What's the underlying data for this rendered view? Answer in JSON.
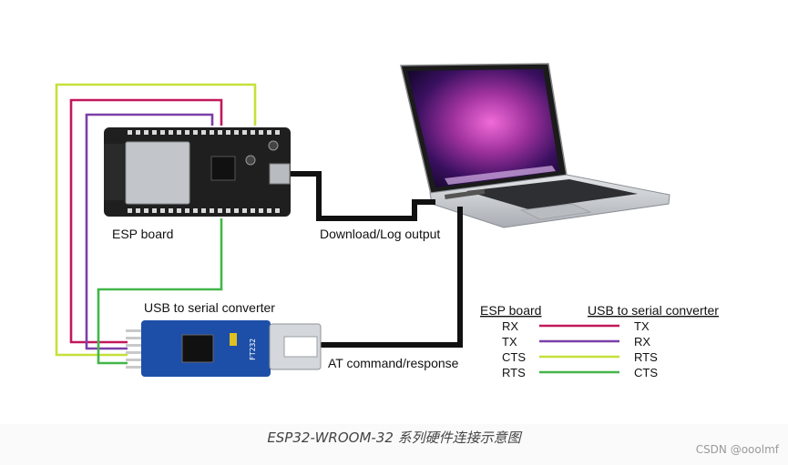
{
  "colors": {
    "rx_wire": "#c2185b",
    "tx_wire": "#7b3fa8",
    "cts_wire": "#c6e03a",
    "rts_wire": "#43b649",
    "usb_cable": "#111111",
    "esp_board": "#1f1f1f",
    "usb_converter": "#1d4fa8",
    "laptop_body": "#c9ccd0"
  },
  "labels": {
    "esp_board": "ESP board",
    "usb_serial_converter": "USB to serial converter",
    "download_log_output": "Download/Log output",
    "at_command_response": "AT command/response"
  },
  "legend": {
    "left_header": "ESP board",
    "right_header": "USB to serial converter",
    "rows": [
      {
        "esp": "RX",
        "converter": "TX",
        "color": "#c2185b"
      },
      {
        "esp": "TX",
        "converter": "RX",
        "color": "#7b3fa8"
      },
      {
        "esp": "CTS",
        "converter": "RTS",
        "color": "#c6e03a"
      },
      {
        "esp": "RTS",
        "converter": "CTS",
        "color": "#43b649"
      }
    ]
  },
  "converter_chip_text": "FT232",
  "caption": "ESP32-WROOM-32 系列硬件连接示意图",
  "watermark": "CSDN @ooolmf"
}
